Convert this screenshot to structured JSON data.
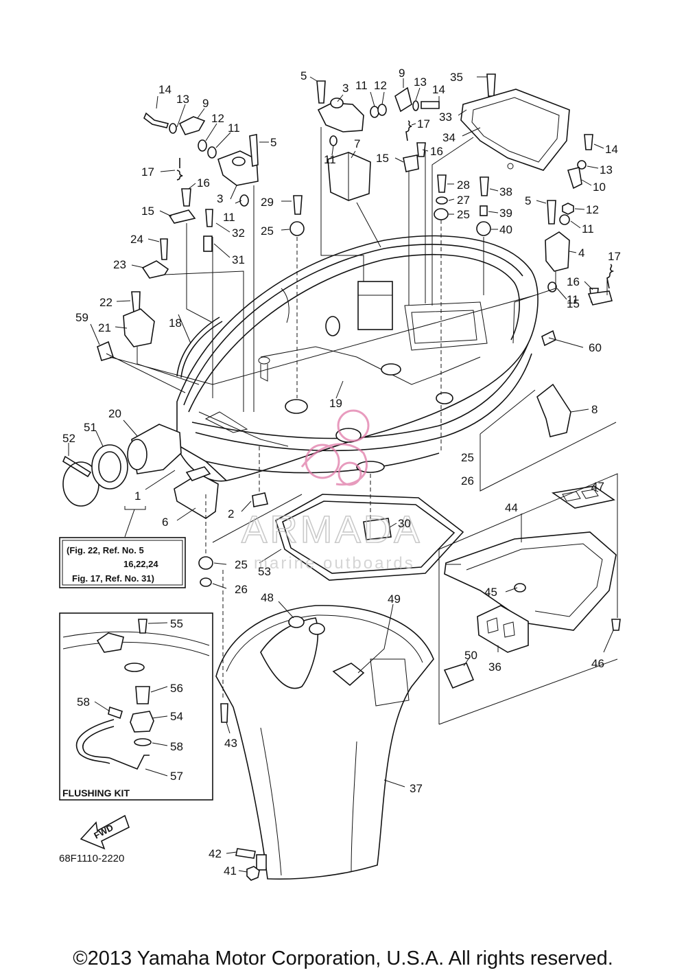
{
  "watermark": {
    "brand": "ARMADA",
    "tagline": "marine outboards",
    "accent": "#e07aa8"
  },
  "callouts": [
    {
      "id": "c14a",
      "text": "14"
    },
    {
      "id": "c13a",
      "text": "13"
    },
    {
      "id": "c9a",
      "text": "9"
    },
    {
      "id": "c12a",
      "text": "12"
    },
    {
      "id": "c11a",
      "text": "11"
    },
    {
      "id": "c5a",
      "text": "5"
    },
    {
      "id": "c17a",
      "text": "17"
    },
    {
      "id": "c16a",
      "text": "16"
    },
    {
      "id": "c3a",
      "text": "3"
    },
    {
      "id": "c11b",
      "text": "11"
    },
    {
      "id": "c15a",
      "text": "15"
    },
    {
      "id": "c32",
      "text": "32"
    },
    {
      "id": "c31",
      "text": "31"
    },
    {
      "id": "c24",
      "text": "24"
    },
    {
      "id": "c23",
      "text": "23"
    },
    {
      "id": "c22",
      "text": "22"
    },
    {
      "id": "c21",
      "text": "21"
    },
    {
      "id": "c59",
      "text": "59"
    },
    {
      "id": "c18",
      "text": "18"
    },
    {
      "id": "c29",
      "text": "29"
    },
    {
      "id": "c25a",
      "text": "25"
    },
    {
      "id": "c5b",
      "text": "5"
    },
    {
      "id": "c3b",
      "text": "3"
    },
    {
      "id": "c11c",
      "text": "11"
    },
    {
      "id": "c12b",
      "text": "12"
    },
    {
      "id": "c9b",
      "text": "9"
    },
    {
      "id": "c13b",
      "text": "13"
    },
    {
      "id": "c14b",
      "text": "14"
    },
    {
      "id": "c17b",
      "text": "17"
    },
    {
      "id": "c11d",
      "text": "11"
    },
    {
      "id": "c7",
      "text": "7"
    },
    {
      "id": "c15b",
      "text": "15"
    },
    {
      "id": "c16b",
      "text": "16"
    },
    {
      "id": "c35",
      "text": "35"
    },
    {
      "id": "c33",
      "text": "33"
    },
    {
      "id": "c34",
      "text": "34"
    },
    {
      "id": "c14c",
      "text": "14"
    },
    {
      "id": "c13c",
      "text": "13"
    },
    {
      "id": "c10",
      "text": "10"
    },
    {
      "id": "c28",
      "text": "28"
    },
    {
      "id": "c38",
      "text": "38"
    },
    {
      "id": "c27",
      "text": "27"
    },
    {
      "id": "c39",
      "text": "39"
    },
    {
      "id": "c25b",
      "text": "25"
    },
    {
      "id": "c40",
      "text": "40"
    },
    {
      "id": "c5c",
      "text": "5"
    },
    {
      "id": "c12c",
      "text": "12"
    },
    {
      "id": "c11e",
      "text": "11"
    },
    {
      "id": "c4",
      "text": "4"
    },
    {
      "id": "c17c",
      "text": "17"
    },
    {
      "id": "c16c",
      "text": "16"
    },
    {
      "id": "c15c",
      "text": "15"
    },
    {
      "id": "c11f",
      "text": "11"
    },
    {
      "id": "c60",
      "text": "60"
    },
    {
      "id": "c19",
      "text": "19"
    },
    {
      "id": "c8",
      "text": "8"
    },
    {
      "id": "c20",
      "text": "20"
    },
    {
      "id": "c51",
      "text": "51"
    },
    {
      "id": "c52",
      "text": "52"
    },
    {
      "id": "c1",
      "text": "1"
    },
    {
      "id": "c6",
      "text": "6"
    },
    {
      "id": "c2",
      "text": "2"
    },
    {
      "id": "c25c",
      "text": "25"
    },
    {
      "id": "c26a",
      "text": "26"
    },
    {
      "id": "c47",
      "text": "47"
    },
    {
      "id": "c44",
      "text": "44"
    },
    {
      "id": "c30",
      "text": "30"
    },
    {
      "id": "c25d",
      "text": "25"
    },
    {
      "id": "c53",
      "text": "53"
    },
    {
      "id": "c26b",
      "text": "26"
    },
    {
      "id": "c48",
      "text": "48"
    },
    {
      "id": "c49",
      "text": "49"
    },
    {
      "id": "c45",
      "text": "45"
    },
    {
      "id": "c36",
      "text": "36"
    },
    {
      "id": "c46",
      "text": "46"
    },
    {
      "id": "c50",
      "text": "50"
    },
    {
      "id": "c43",
      "text": "43"
    },
    {
      "id": "c37",
      "text": "37"
    },
    {
      "id": "c42",
      "text": "42"
    },
    {
      "id": "c41",
      "text": "41"
    },
    {
      "id": "c55",
      "text": "55"
    },
    {
      "id": "c56",
      "text": "56"
    },
    {
      "id": "c58a",
      "text": "58"
    },
    {
      "id": "c54",
      "text": "54"
    },
    {
      "id": "c58b",
      "text": "58"
    },
    {
      "id": "c57",
      "text": "57"
    }
  ],
  "reference_note": {
    "line1": "(Fig. 22, Ref. No. 5",
    "line2": "16,22,24",
    "line3": "Fig. 17, Ref. No. 31)"
  },
  "flushing_kit_label": "FLUSHING KIT",
  "fwd_label": "FWD",
  "diagram_code": "68F1110-2220",
  "copyright": "©2013 Yamaha Motor Corporation, U.S.A. All rights reserved."
}
